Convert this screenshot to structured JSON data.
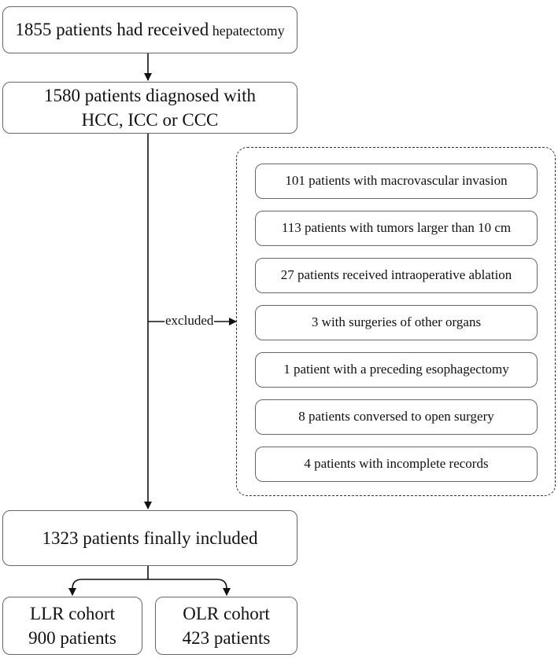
{
  "nodes": {
    "received": {
      "main": "1855 patients had received",
      "suffix": " hepatectomy"
    },
    "diagnosed": {
      "line1": "1580 patients diagnosed with",
      "line2": "HCC, ICC or CCC"
    },
    "included": "1323 patients finally included",
    "llr": {
      "line1": "LLR cohort",
      "line2": "900 patients"
    },
    "olr": {
      "line1": "OLR cohort",
      "line2": "423 patients"
    }
  },
  "edge_label": "excluded",
  "exclusions": [
    "101 patients with macrovascular invasion",
    "113 patients with tumors larger than 10 cm",
    "27 patients received intraoperative ablation",
    "3 with surgeries of other organs",
    "1 patient with a preceding esophagectomy",
    "8 patients conversed to open surgery",
    "4 patients with incomplete records"
  ],
  "colors": {
    "border": "#666666",
    "line": "#111111"
  }
}
